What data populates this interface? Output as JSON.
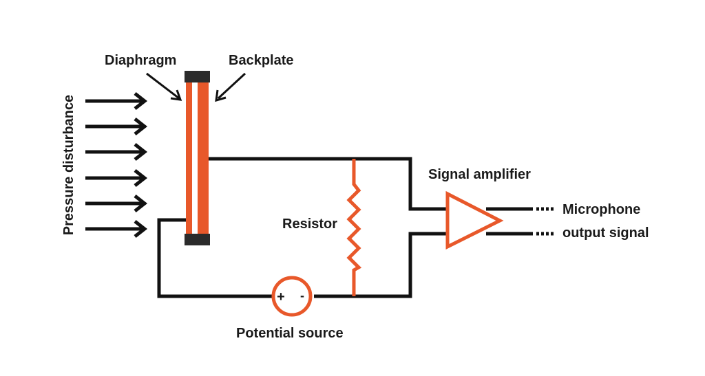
{
  "labels": {
    "diaphragm": "Diaphragm",
    "backplate": "Backplate",
    "pressure": "Pressure disturbance",
    "resistor": "Resistor",
    "amplifier": "Signal amplifier",
    "output_line1": "Microphone",
    "output_line2": "output signal",
    "source": "Potential source",
    "plus": "+",
    "minus": "-"
  },
  "colors": {
    "accent": "#e8582a",
    "wire": "#111111",
    "cap": "#2b2b2b",
    "background": "#ffffff"
  }
}
